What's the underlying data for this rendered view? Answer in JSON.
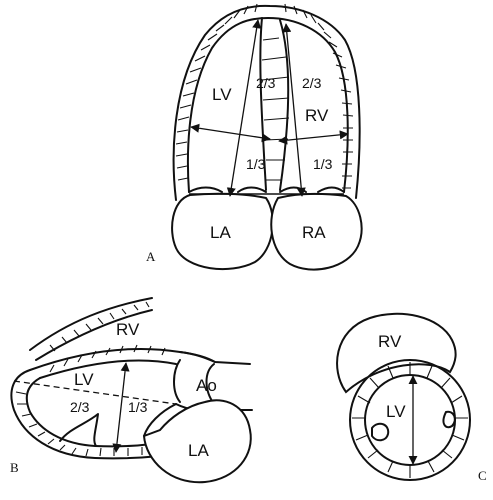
{
  "panels": {
    "a": {
      "letter": "A",
      "labels": {
        "lv": "LV",
        "rv": "RV",
        "la": "LA",
        "ra": "RA"
      },
      "fractions": {
        "lv_upper": "2/3",
        "lv_lower": "1/3",
        "rv_upper": "2/3",
        "rv_lower": "1/3"
      }
    },
    "b": {
      "letter": "B",
      "labels": {
        "rv": "RV",
        "lv": "LV",
        "ao": "Ao",
        "la": "LA"
      },
      "fractions": {
        "upper": "2/3",
        "lower": "1/3"
      }
    },
    "c": {
      "letter": "C",
      "labels": {
        "rv": "RV",
        "lv": "LV"
      }
    }
  }
}
